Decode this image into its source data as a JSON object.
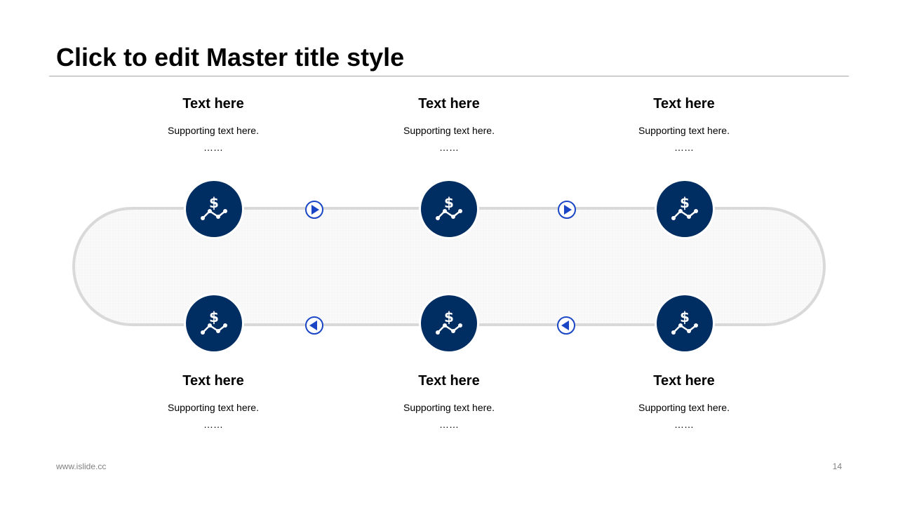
{
  "title": "Click to edit Master title style",
  "colors": {
    "node_fill": "#002d62",
    "arrow_stroke": "#1a46c6",
    "track": "#d9d9d9",
    "track_fill": "#f7f7f7"
  },
  "steps": [
    {
      "heading": "Text here",
      "support": "Supporting text here.",
      "dots": "……",
      "icon": "dollar-trend-icon"
    },
    {
      "heading": "Text here",
      "support": "Supporting text here.",
      "dots": "……",
      "icon": "dollar-trend-icon"
    },
    {
      "heading": "Text here",
      "support": "Supporting text here.",
      "dots": "……",
      "icon": "dollar-trend-icon"
    },
    {
      "heading": "Text here",
      "support": "Supporting text here.",
      "dots": "……",
      "icon": "dollar-trend-icon"
    },
    {
      "heading": "Text here",
      "support": "Supporting text here.",
      "dots": "……",
      "icon": "dollar-trend-icon"
    },
    {
      "heading": "Text here",
      "support": "Supporting text here.",
      "dots": "……",
      "icon": "dollar-trend-icon"
    }
  ],
  "connectors": [
    {
      "direction": "right",
      "icon": "play-right-icon"
    },
    {
      "direction": "right",
      "icon": "play-right-icon"
    },
    {
      "direction": "left",
      "icon": "play-left-icon"
    },
    {
      "direction": "left",
      "icon": "play-left-icon"
    }
  ],
  "dollar_symbol": "$",
  "footer": {
    "url": "www.islide.cc",
    "page": "14"
  }
}
